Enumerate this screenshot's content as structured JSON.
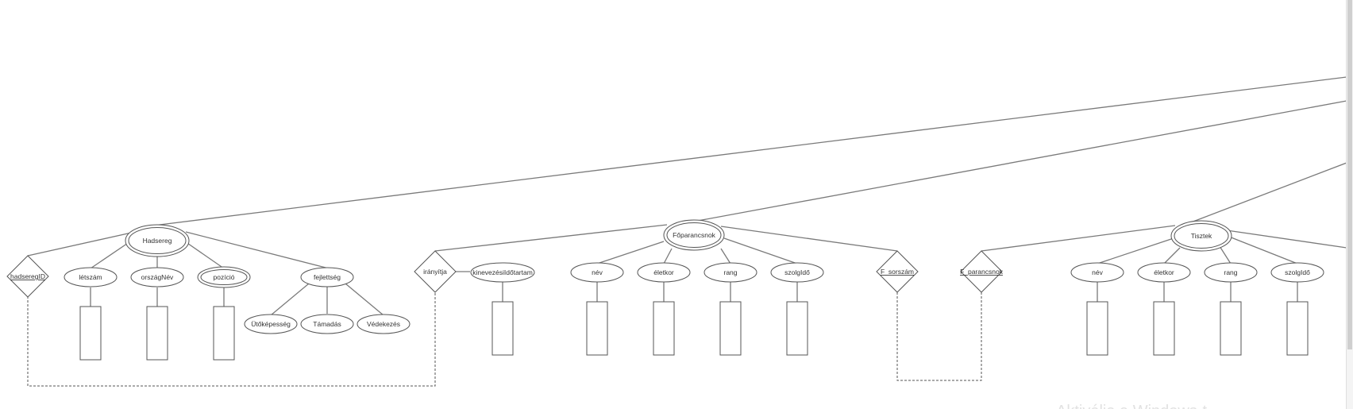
{
  "diagram": {
    "entities": {
      "hadsereg": "Hadsereg",
      "foparancsnok": "Főparancsnok",
      "tisztek": "Tisztek"
    },
    "hadsereg_attrs": {
      "letszam": "létszám",
      "orszagnev": "országNév",
      "pozicio": "pozíció",
      "fejlettseg": "fejlettség",
      "utokepesseg": "Ütőképesség",
      "tamadas": "Támadás",
      "vedekezes": "Védekezés"
    },
    "foparancsnok_attrs": {
      "kinevezes": "kinevezésiIdőtartam",
      "nev": "név",
      "eletkor": "életkor",
      "rang": "rang",
      "szolgido": "szolgIdő"
    },
    "tisztek_attrs": {
      "nev": "név",
      "eletkor": "életkor",
      "rang": "rang",
      "szolgido": "szolgIdő"
    },
    "relations": {
      "hadseregid": "hadseregID",
      "iranyitja": "irányítja",
      "f_sorszam": "F_sorszám",
      "f_parancsnok": "F_parancsnok"
    },
    "watermark": "Aktiválja a Windows-t"
  }
}
